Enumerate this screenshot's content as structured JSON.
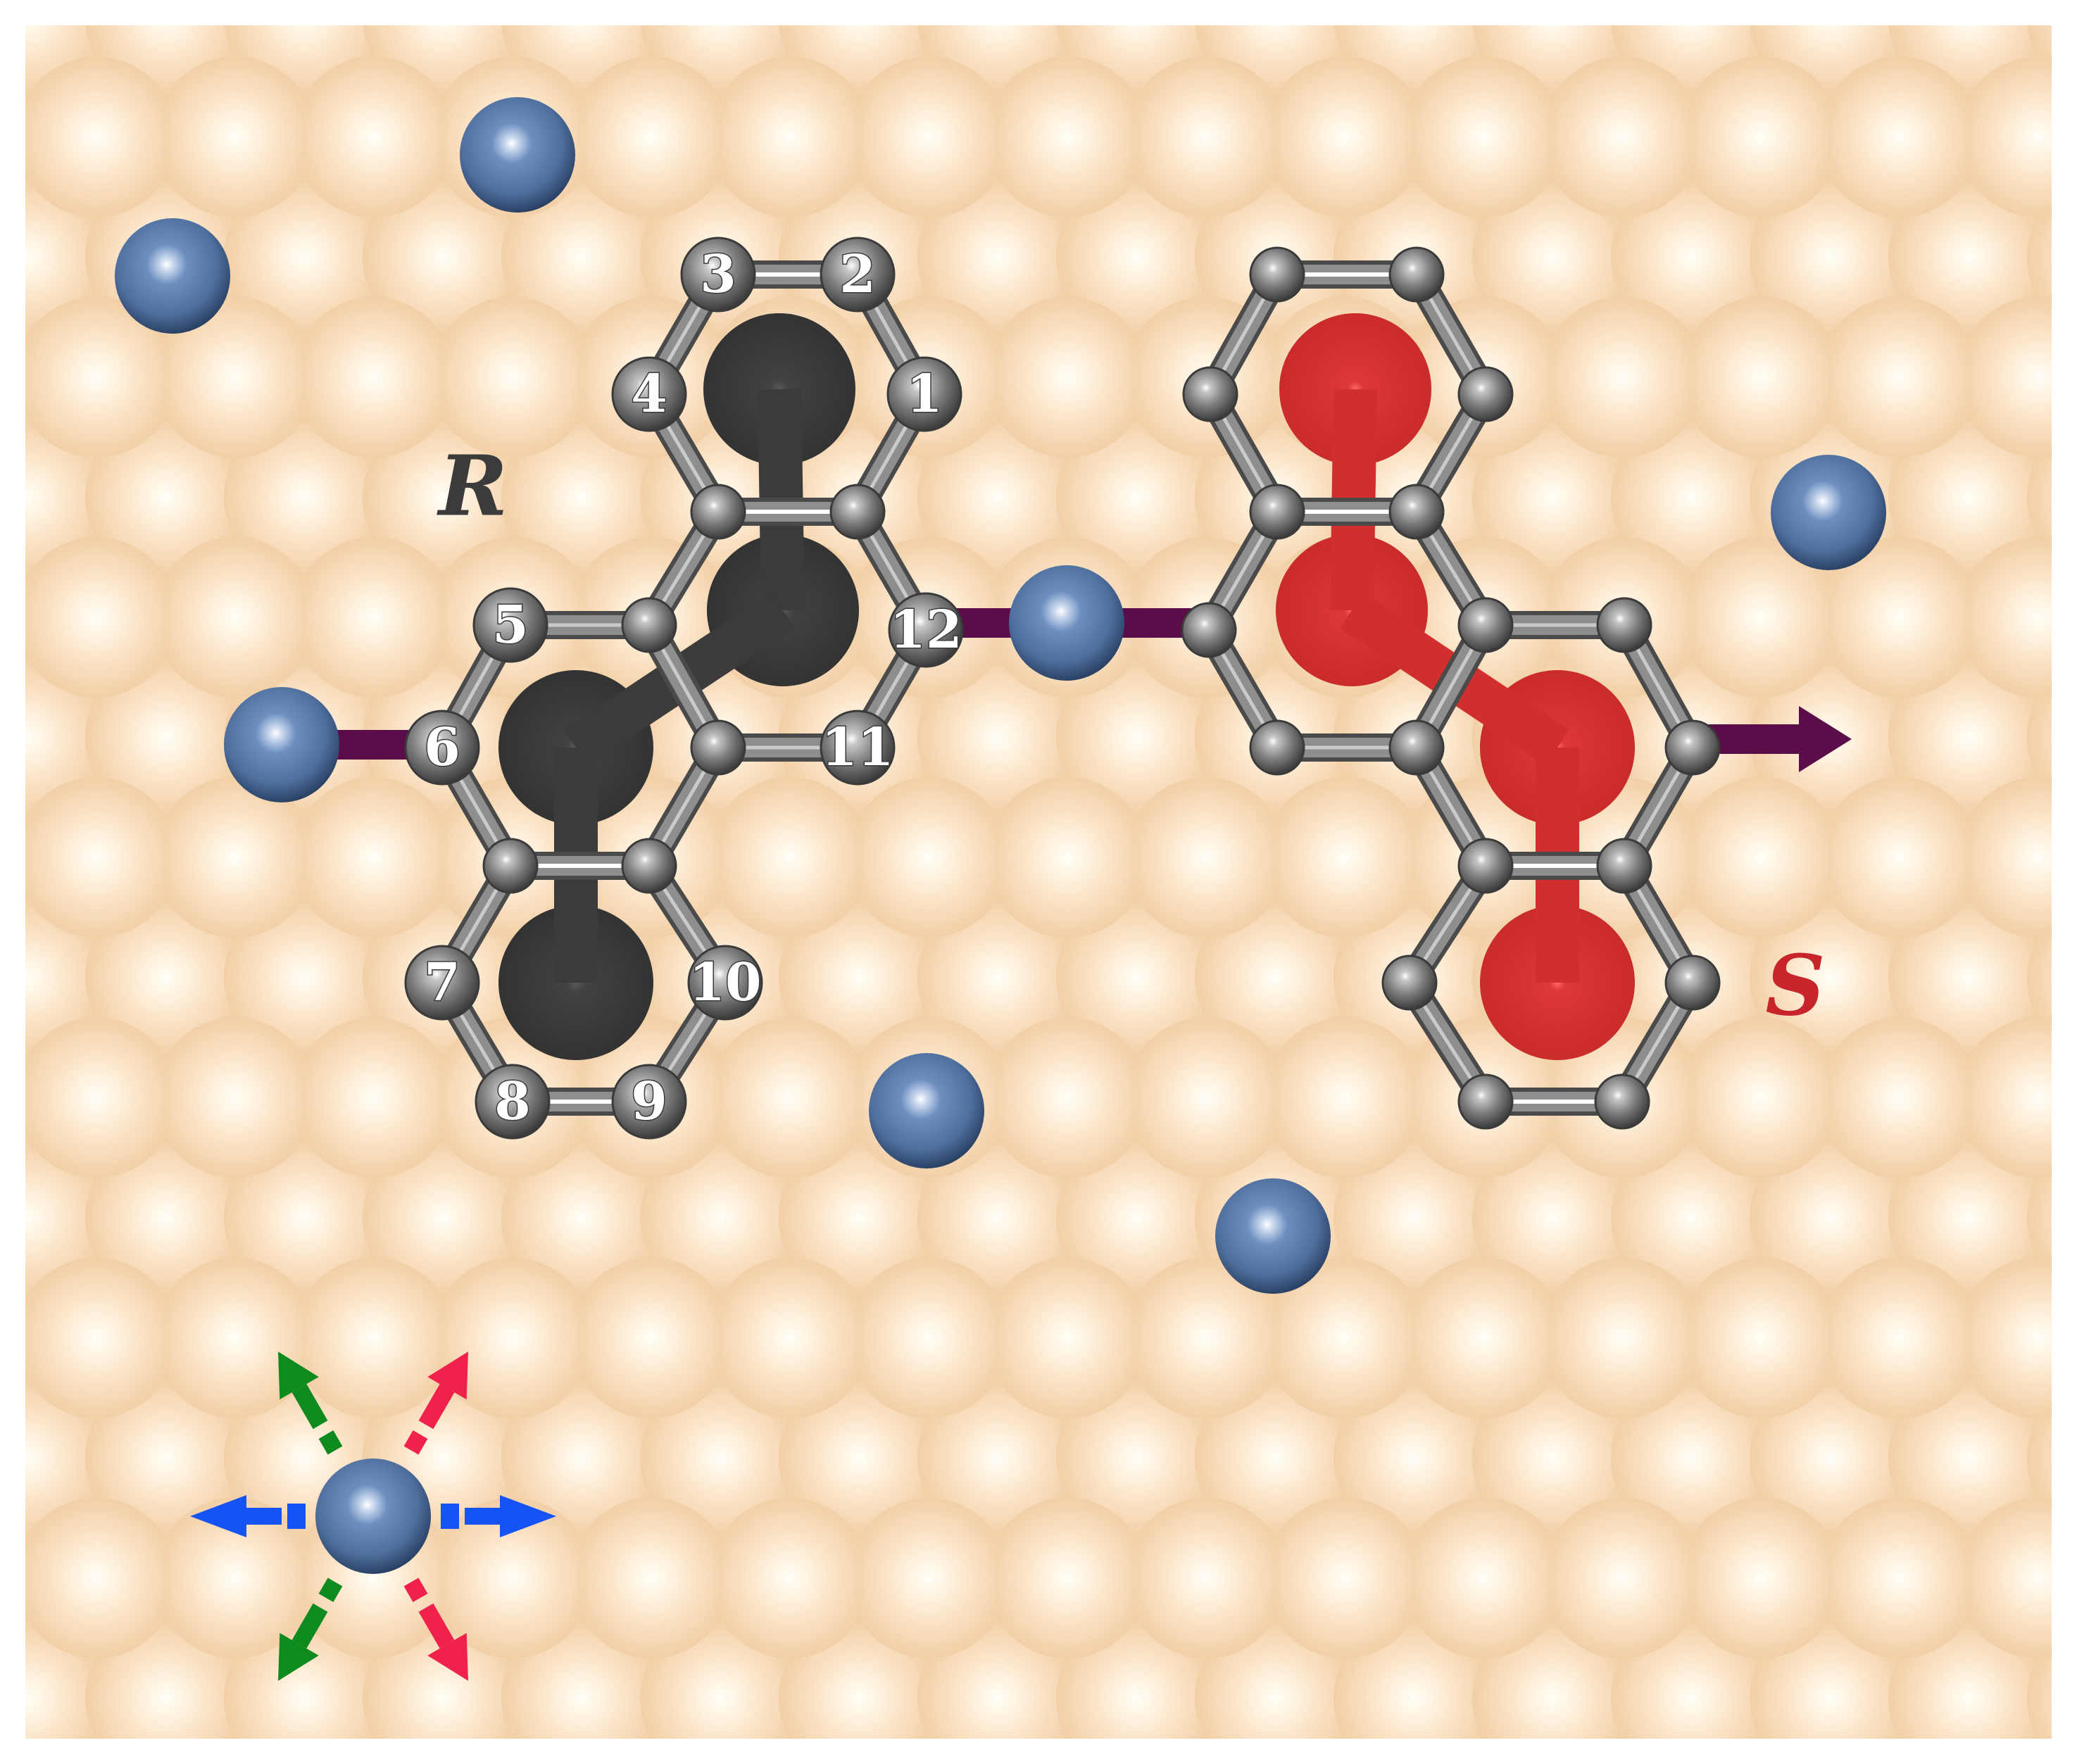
{
  "colors": {
    "substrate_base": "#f9e5cd",
    "substrate_atom": "#f3d3ad",
    "substrate_highlight": "#fffdf6",
    "adatom": "#5b7ca8",
    "adatom_dark": "#2c4569",
    "carbon": "#7a7a7a",
    "carbon_dark": "#3a3a3a",
    "ring_r": "#3b3b3b",
    "ring_s": "#d12e2e",
    "coordination_bond": "#5b0d4a",
    "arrow_red": "#f0214a",
    "arrow_green": "#0f8a1f",
    "arrow_blue": "#1553f5",
    "label_r": "#3b3b3b",
    "label_s": "#c8242c"
  },
  "chirality_labels": {
    "r": "R",
    "s": "S"
  },
  "atom_labels": [
    "1",
    "2",
    "3",
    "4",
    "5",
    "6",
    "7",
    "8",
    "9",
    "10",
    "11",
    "12"
  ],
  "icons": {
    "substrate": "hexagonal-close-packed-surface-icon",
    "adatom": "sphere-icon",
    "direction_arrows": "six-direction-arrows-icon"
  }
}
